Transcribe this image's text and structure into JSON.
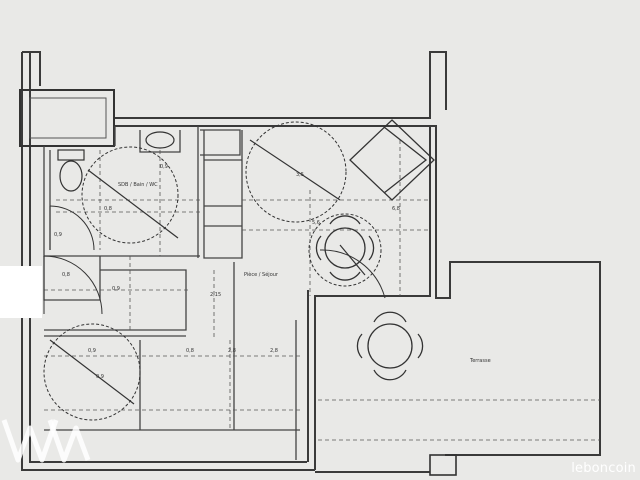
{
  "header": {
    "line1": "",
    "line2": ""
  },
  "labels": {
    "bathroom": "SDB / Bain / WC",
    "living": "Pièce / Séjour",
    "terrace": "Terrasse",
    "dim_a": "0,8",
    "dim_b": "0,8",
    "dim_c": "0,9",
    "dim_d": "0,9",
    "dim_e": "0,8",
    "dim_f": "2,15",
    "dim_g": "2,8",
    "dim_h": "2,8",
    "dim_i": "5,6",
    "dim_j": "6,8",
    "dim_k": "3,5",
    "dim_l": "0,9",
    "dim_m": "0,9",
    "dim_n": "0,9"
  },
  "watermark": {
    "brand": "leboncoin"
  }
}
